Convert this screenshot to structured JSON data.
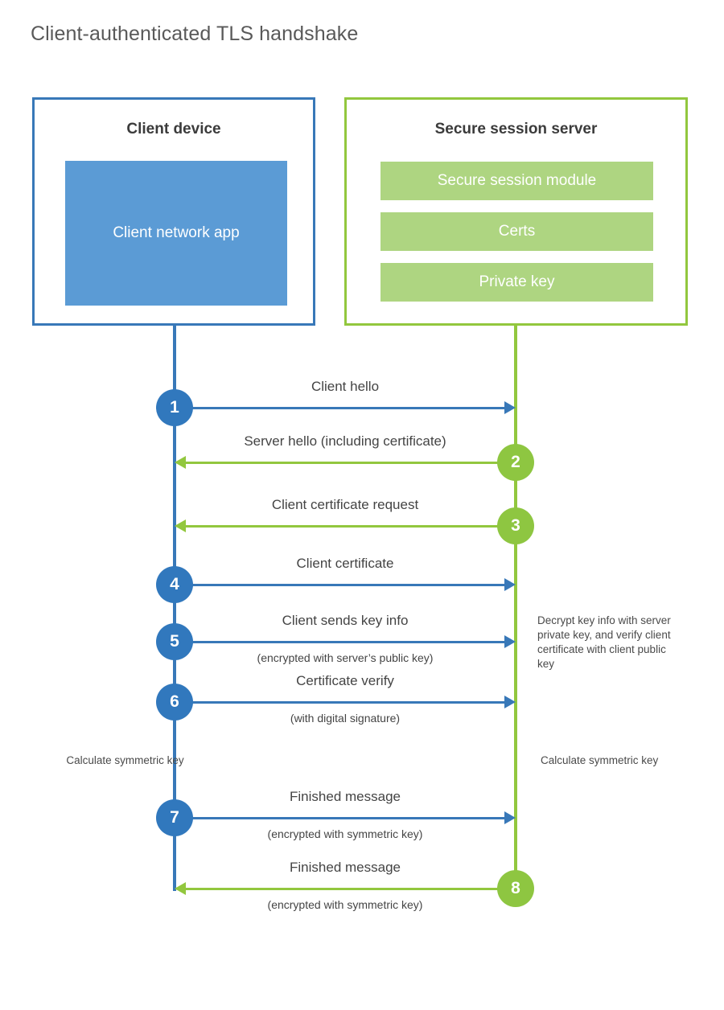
{
  "title": "Client-authenticated TLS handshake",
  "colors": {
    "client_blue": "#3878b8",
    "client_circle_blue": "#3178bd",
    "client_app_blue": "#5b9bd5",
    "server_green": "#92c73e",
    "server_circle_green": "#8ec641",
    "server_bar_green": "#aed581",
    "text": "#444444",
    "title_text": "#595959",
    "background": "#ffffff"
  },
  "client_node": {
    "title": "Client device",
    "app_label": "Client network app"
  },
  "server_node": {
    "title": "Secure session server",
    "bars": [
      {
        "label": "Secure session module"
      },
      {
        "label": "Certs"
      },
      {
        "label": "Private key"
      }
    ]
  },
  "steps": [
    {
      "number": "1",
      "label": "Client hello",
      "sublabel": "",
      "direction": "client-to-server",
      "color": "blue"
    },
    {
      "number": "2",
      "label": "Server hello (including certificate)",
      "sublabel": "",
      "direction": "server-to-client",
      "color": "green"
    },
    {
      "number": "3",
      "label": "Client certificate request",
      "sublabel": "",
      "direction": "server-to-client",
      "color": "green"
    },
    {
      "number": "4",
      "label": "Client certificate",
      "sublabel": "",
      "direction": "client-to-server",
      "color": "blue"
    },
    {
      "number": "5",
      "label": "Client sends key info",
      "sublabel": "(encrypted with server’s public key)",
      "direction": "client-to-server",
      "color": "blue"
    },
    {
      "number": "6",
      "label": "Certificate verify",
      "sublabel": "(with digital signature)",
      "direction": "client-to-server",
      "color": "blue"
    },
    {
      "number": "7",
      "label": "Finished message",
      "sublabel": "(encrypted with symmetric key)",
      "direction": "client-to-server",
      "color": "blue"
    },
    {
      "number": "8",
      "label": "Finished message",
      "sublabel": "(encrypted with symmetric key)",
      "direction": "server-to-client",
      "color": "green"
    }
  ],
  "annotations": {
    "server_decrypt": "Decrypt key info with server private key, and verify client certificate with client public key",
    "client_calculate": "Calculate symmetric key",
    "server_calculate": "Calculate symmetric key"
  }
}
